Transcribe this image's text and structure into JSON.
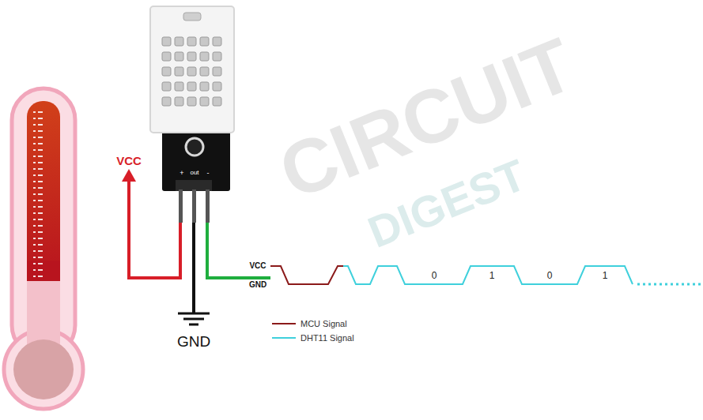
{
  "diagram": {
    "labels": [
      "CIRCUIT",
      "DIGEST",
      "+",
      "out",
      "-",
      "VCC",
      "GND",
      "VCC",
      "GND",
      "0",
      "1",
      "0",
      "1"
    ],
    "legend": [
      {
        "text": "MCU Signal"
      },
      {
        "text": "DHT11 Signal"
      }
    ]
  }
}
